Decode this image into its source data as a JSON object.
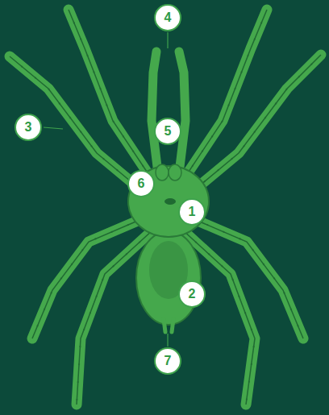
{
  "diagram": {
    "labels": [
      "4",
      "3",
      "5",
      "6",
      "1",
      "2",
      "7"
    ]
  }
}
